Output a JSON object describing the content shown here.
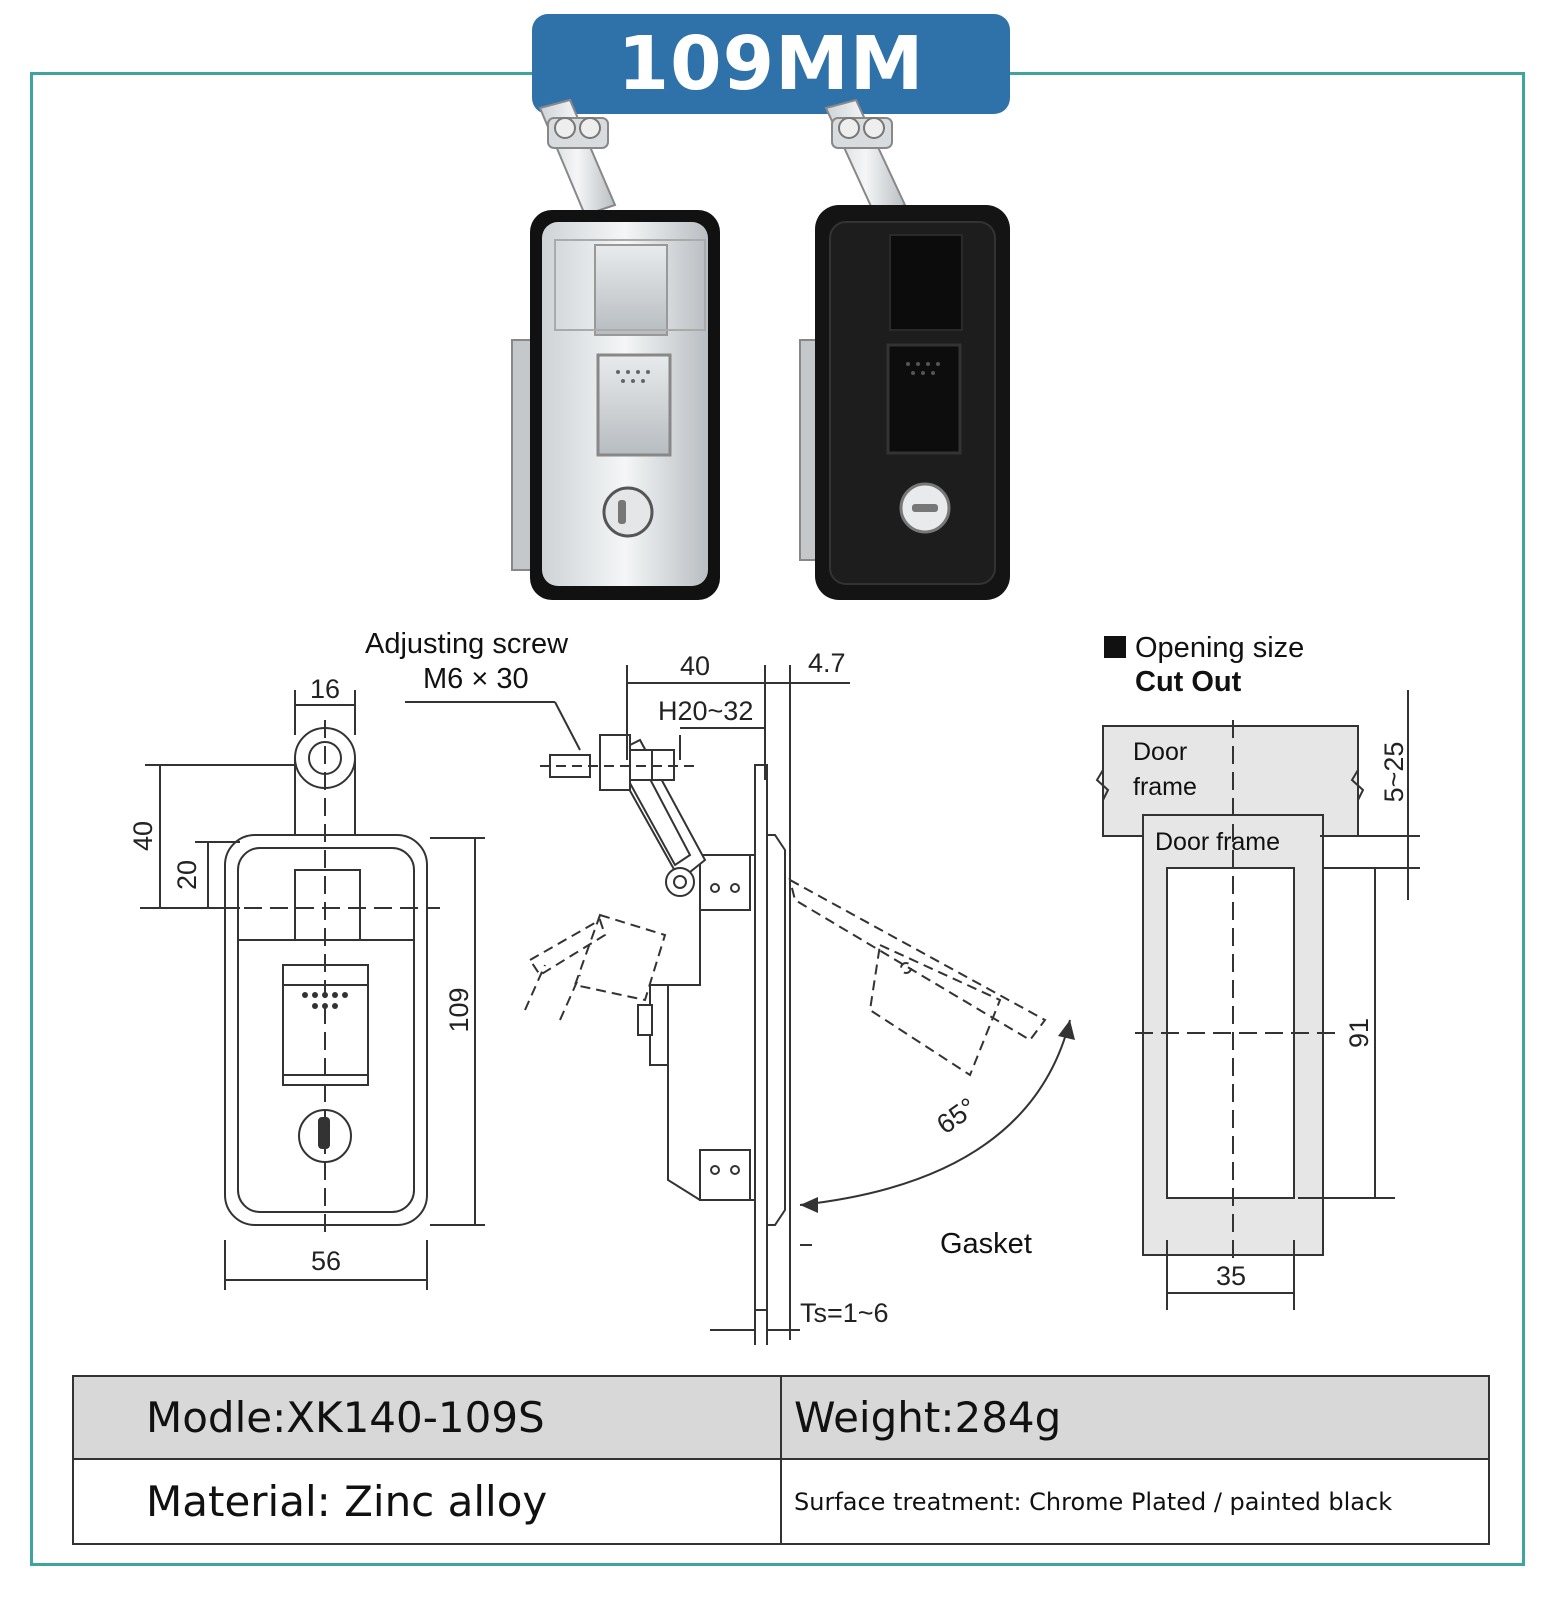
{
  "header": {
    "title": "109MM"
  },
  "labels": {
    "adjusting_screw": "Adjusting screw",
    "screw_size": "M6 × 30",
    "opening_size": "Opening size",
    "cut_out": "Cut Out",
    "door_frame_top_1": "Door",
    "door_frame_top_2": "frame",
    "door_frame_inner": "Door frame",
    "gasket": "Gasket"
  },
  "dimensions": {
    "front_width_top": "16",
    "front_height_40": "40",
    "front_height_20": "20",
    "front_height_109": "109",
    "front_width_56": "56",
    "side_40": "40",
    "side_4_7": "4.7",
    "side_h": "H20~32",
    "side_angle": "65°",
    "side_ts": "Ts=1~6",
    "cut_5_25": "5~25",
    "cut_91": "91",
    "cut_35": "35"
  },
  "specs": {
    "model": "Modle:XK140-109S",
    "weight": "Weight:284g",
    "material": "Material: Zinc alloy",
    "surface": "Surface treatment: Chrome Plated / painted black"
  },
  "colors": {
    "frame": "#3fa3a0",
    "badge": "#2f72aa",
    "table_header": "#d8d8d8"
  }
}
